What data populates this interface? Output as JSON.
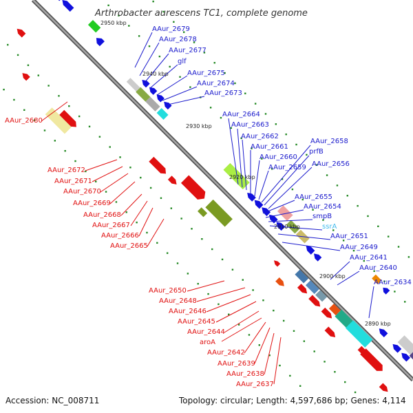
{
  "title": "Arthrobacter aurescens TC1, complete genome",
  "accession": "Accession: NC_008711",
  "topology": "Topology: circular; Length: 4,597,686 bp; Genes: 4,114",
  "colors": {
    "right_label": "#1a1acc",
    "left_label": "#e01010",
    "rna_label": "#44bbee",
    "backbone": "#888888",
    "dots": "#228822"
  },
  "kbp_ticks": [
    "2950 kbp",
    "2940 kbp",
    "2930 kbp",
    "2920 kbp",
    "2910 kbp",
    "2900 kbp",
    "2890 kbp"
  ],
  "right_labels": [
    "AAur_2679",
    "AAur_2678",
    "AAur_2677",
    "glf",
    "AAur_2675",
    "AAur_2674",
    "AAur_2673",
    "AAur_2664",
    "AAur_2663",
    "AAur_2662",
    "AAur_2661",
    "AAur_2660",
    "AAur_2659",
    "AAur_2658",
    "prfB",
    "AAur_2656",
    "AAur_2655",
    "AAur_2654",
    "smpB",
    "ssrA",
    "AAur_2651",
    "AAur_2649",
    "AAur_2641",
    "AAur_2640",
    "AAur_2634"
  ],
  "left_labels": [
    "AAur_2680",
    "AAur_2672",
    "AAur_2671",
    "AAur_2670",
    "AAur_2669",
    "AAur_2668",
    "AAur_2667",
    "AAur_2666",
    "AAur_2665",
    "AAur_2650",
    "AAur_2648",
    "AAur_2646",
    "AAur_2645",
    "AAur_2644",
    "aroA",
    "AAur_2642",
    "AAur_2639",
    "AAur_2638",
    "AAur_2637"
  ]
}
